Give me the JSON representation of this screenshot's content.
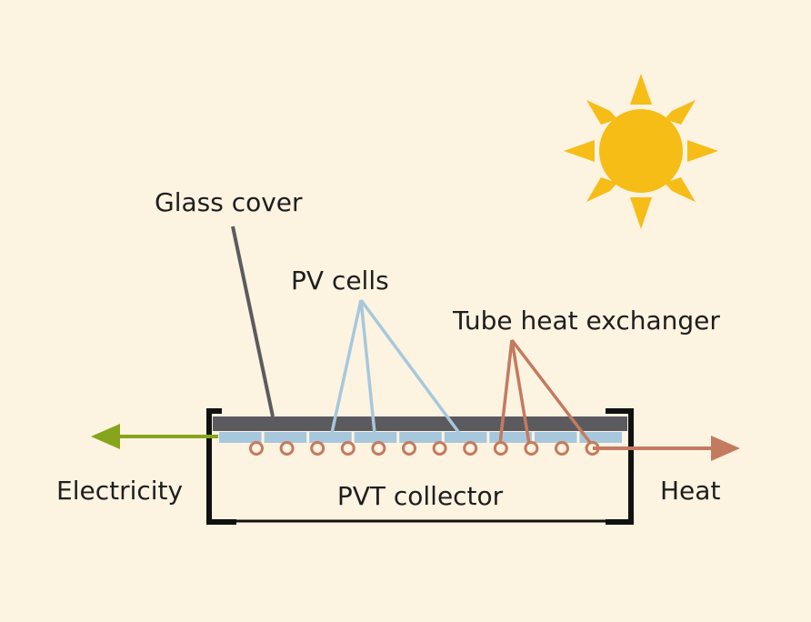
{
  "labels": {
    "glass_cover": "Glass cover",
    "pv_cells": "PV cells",
    "tube_heat_exchanger": "Tube heat exchanger",
    "electricity": "Electricity",
    "heat": "Heat",
    "pvt_collector": "PVT collector"
  },
  "colors": {
    "background": "#fdf3e1",
    "sun": "#f6bd16",
    "glass": "#5b5b5f",
    "pv_cell": "#a7c8dc",
    "tube": "#c47a5f",
    "electricity_arrow": "#86a51c",
    "heat_arrow": "#c47a5f",
    "frame": "#111111"
  },
  "icons": {
    "sun": "sun-icon"
  },
  "counts": {
    "pv_cells": 9,
    "tubes": 12
  }
}
